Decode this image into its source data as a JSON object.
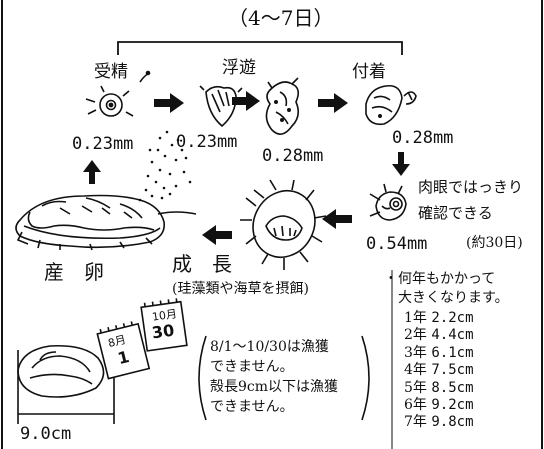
{
  "period_label": "（4～7日）",
  "stages": {
    "fertilization": "受精",
    "floating": "浮遊",
    "attachment": "付着",
    "growth": "成　長",
    "spawning": "産　卵"
  },
  "sizes": {
    "egg": "0.23mm",
    "larva1": "0.23mm",
    "larva2": "0.28mm",
    "attached": "0.28mm",
    "juvenile": "0.54mm",
    "adult": "9.0cm"
  },
  "juvenile_note": {
    "line1": "肉眼ではっきり",
    "line2": "確認できる",
    "days": "(約30日)"
  },
  "food_note": "(珪藻類や海草を摂餌)",
  "growth_note": {
    "line1": "・何年もかかって",
    "line2": "大きくなります。",
    "years": [
      {
        "year": "1年",
        "size": "2.2cm"
      },
      {
        "year": "2年",
        "size": "4.4cm"
      },
      {
        "year": "3年",
        "size": "6.1cm"
      },
      {
        "year": "4年",
        "size": "7.5cm"
      },
      {
        "year": "5年",
        "size": "8.5cm"
      },
      {
        "year": "6年",
        "size": "9.2cm"
      },
      {
        "year": "7年",
        "size": "9.8cm"
      }
    ]
  },
  "regulation_note": {
    "line1": "8/1～10/30は漁獲",
    "line2": "できません。",
    "line3": "殻長9cm以下は漁獲",
    "line4": "できません。"
  },
  "calendar": {
    "month_label": "8月",
    "day_label": "1",
    "month_label_2": "10月",
    "day_label_2": "30"
  }
}
